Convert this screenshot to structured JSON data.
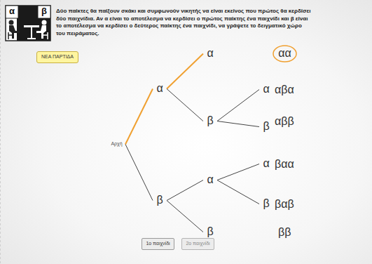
{
  "diagram": {
    "title": "Δύο παίκτες θα παίξουν σκάκι και συμφωνούν νικητής να είναι εκείνος που πρώτος θα κερδίσει δύο παιχνίδια. Αν α είναι το αποτέλεσμα να κερδίσει ο πρώτος παίκτης ένα παιχνίδι και β είναι το αποτέλεσμα να κερδίσει ο δεύτερος παίκτης ένα παιχνίδι, να γράψετε το δειγματικό χώρο του πειράματος.",
    "nodes": [
      {
        "text": [
          "ΝΕΑ ΠΑΡΤΙΔΑ"
        ]
      },
      {
        "text": [
          "Αρχή"
        ]
      },
      {
        "text": [
          "α"
        ]
      },
      {
        "text": [
          "β"
        ]
      },
      {
        "text": [
          "α"
        ]
      },
      {
        "text": [
          "β"
        ]
      },
      {
        "text": [
          "α"
        ]
      },
      {
        "text": [
          "β"
        ]
      },
      {
        "text": [
          "α"
        ]
      },
      {
        "text": [
          "β"
        ]
      },
      {
        "text": [
          "α"
        ]
      },
      {
        "text": [
          "β"
        ]
      },
      {
        "text": [
          "αα"
        ]
      },
      {
        "text": [
          "1ο παιχνίδι"
        ]
      },
      {
        "text": [
          "2ο παιχνίδι"
        ]
      }
    ],
    "edges": [
      {
        "from": 1,
        "to": 2,
        "arrow": "none"
      },
      {
        "from": 1,
        "to": 3,
        "arrow": "none"
      },
      {
        "from": 2,
        "to": 4,
        "arrow": "none"
      },
      {
        "from": 2,
        "to": 5,
        "arrow": "none"
      },
      {
        "from": 5,
        "to": 6,
        "arrow": "none"
      },
      {
        "from": 5,
        "to": 7,
        "arrow": "none"
      },
      {
        "from": 3,
        "to": 8,
        "arrow": "none"
      },
      {
        "from": 3,
        "to": 9,
        "arrow": "none"
      },
      {
        "from": 8,
        "to": 10,
        "arrow": "none"
      },
      {
        "from": 8,
        "to": 11,
        "arrow": "none"
      }
    ],
    "labels": [
      "α",
      "β",
      "αβα",
      "αββ",
      "βαα",
      "βαβ",
      "ββ"
    ]
  }
}
